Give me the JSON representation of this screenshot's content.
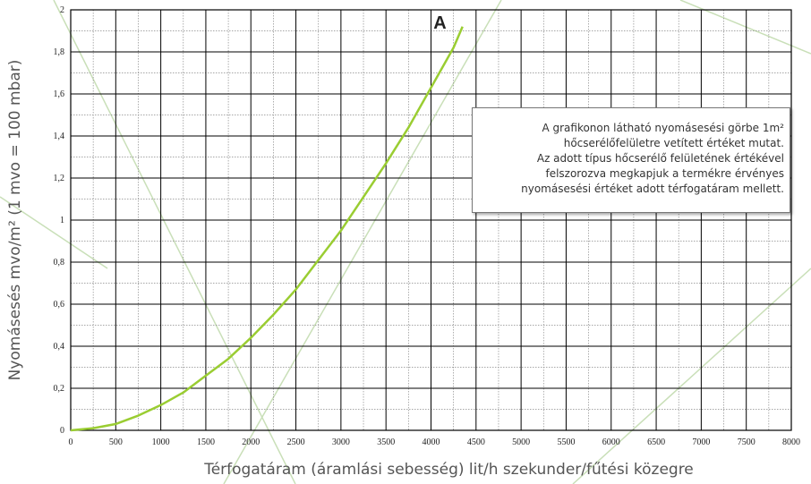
{
  "colors": {
    "curve": "#9ACD32",
    "grid_major": "#000000",
    "grid_minor": "#8a8a8a",
    "text": "#333333",
    "watermark": "#c9dfb8"
  },
  "chart_data": {
    "type": "line",
    "xlabel": "Térfogatáram (áramlási sebesség) lit/h szekunder/fűtési közegre",
    "ylabel": "Nyomásesés mvo/m² (1 mvo = 100 mbar)",
    "xlim": [
      0,
      8000
    ],
    "ylim": [
      0,
      2
    ],
    "grid": true,
    "x_ticks": [
      "0",
      "500",
      "1000",
      "1500",
      "2000",
      "2500",
      "3000",
      "3500",
      "4000",
      "4500",
      "5000",
      "5500",
      "6000",
      "6500",
      "7000",
      "7500",
      "8000"
    ],
    "y_ticks": [
      "0",
      "0,2",
      "0,4",
      "0,6",
      "0,8",
      "1",
      "1,2",
      "1,4",
      "1,6",
      "1,8",
      "2"
    ],
    "series": [
      {
        "name": "A",
        "x": [
          0,
          250,
          500,
          750,
          1000,
          1250,
          1500,
          1750,
          2000,
          2250,
          2500,
          2750,
          3000,
          3250,
          3500,
          3750,
          4000,
          4250,
          4350
        ],
        "y": [
          0,
          0.01,
          0.03,
          0.07,
          0.12,
          0.18,
          0.26,
          0.34,
          0.44,
          0.55,
          0.67,
          0.81,
          0.95,
          1.11,
          1.27,
          1.44,
          1.63,
          1.82,
          1.92
        ]
      }
    ],
    "annotation": {
      "lines": [
        "A grafikonon látható nyomásesési görbe 1m²",
        "hőcserélőfelületre vetített értéket mutat.",
        "Az adott típus hőcserélő felületének értékével",
        "felszorozva megkapjuk a termékre érvényes",
        "nyomásesési értéket adott térfogatáram mellett."
      ]
    }
  }
}
